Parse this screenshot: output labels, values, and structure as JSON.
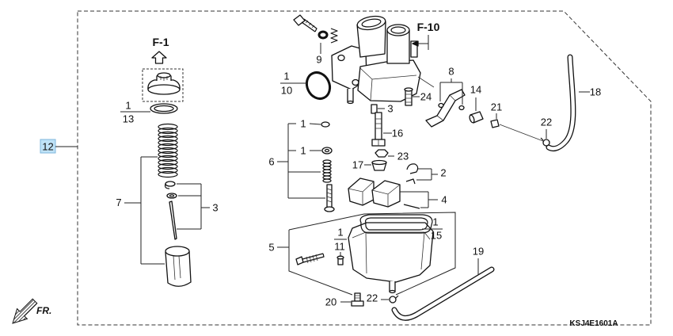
{
  "assembly_callout": "12",
  "section_refs": [
    "F-1",
    "F-10"
  ],
  "callouts": [
    "1",
    "13",
    "7",
    "3",
    "9",
    "1",
    "10",
    "8",
    "24",
    "3",
    "14",
    "21",
    "22",
    "18",
    "1",
    "16",
    "1",
    "23",
    "6",
    "17",
    "2",
    "4",
    "1",
    "15",
    "1",
    "11",
    "5",
    "19",
    "20",
    "22"
  ],
  "front_label": "FR.",
  "diagram_code": "KSJ4E1601A",
  "colors": {
    "highlight_fill": "#bfe2f6",
    "highlight_border": "#7fb7dc",
    "ink": "#111111"
  }
}
